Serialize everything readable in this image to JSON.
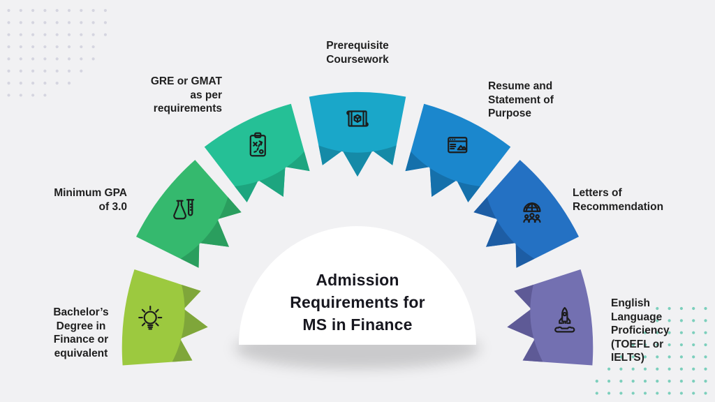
{
  "title": {
    "text": "Admission\nRequirements for\nMS in Finance"
  },
  "background_color": "#f1f1f3",
  "center_dome": {
    "fill": "#ffffff"
  },
  "icon_stroke_color": "#1c1c1c",
  "wedges": [
    {
      "id": "bachelors-degree",
      "label": "Bachelor’s\nDegree in\nFinance or\nequivalent",
      "icon": "lightbulb-icon",
      "color_light": "#9cc93f",
      "color_dark": "#7fa63a"
    },
    {
      "id": "minimum-gpa",
      "label": "Minimum GPA\nof 3.0",
      "icon": "flask-icon",
      "color_light": "#35b96e",
      "color_dark": "#2a9e5e"
    },
    {
      "id": "gre-gmat",
      "label": "GRE or GMAT\nas per\nrequirements",
      "icon": "strategy-clipboard-icon",
      "color_light": "#25c096",
      "color_dark": "#1da57f"
    },
    {
      "id": "prerequisite-coursework",
      "label": "Prerequisite\nCoursework",
      "icon": "blueprint-scroll-icon",
      "color_light": "#1aa7c9",
      "color_dark": "#158aa7"
    },
    {
      "id": "resume-sop",
      "label": "Resume and\nStatement of\nPurpose",
      "icon": "browser-window-icon",
      "color_light": "#1b87cd",
      "color_dark": "#1570ab"
    },
    {
      "id": "letters-recommendation",
      "label": "Letters of\nRecommendation",
      "icon": "globe-people-icon",
      "color_light": "#2471c3",
      "color_dark": "#1d5da4"
    },
    {
      "id": "english-proficiency",
      "label": "English\nLanguage\nProficiency\n(TOEFL or\nIELTS)",
      "icon": "rocket-icon",
      "color_light": "#7370b1",
      "color_dark": "#5e5a96"
    }
  ],
  "decor": {
    "top_left_dots_color": "#d5d5e0",
    "bottom_right_dots_color": "#7ccfbc"
  }
}
